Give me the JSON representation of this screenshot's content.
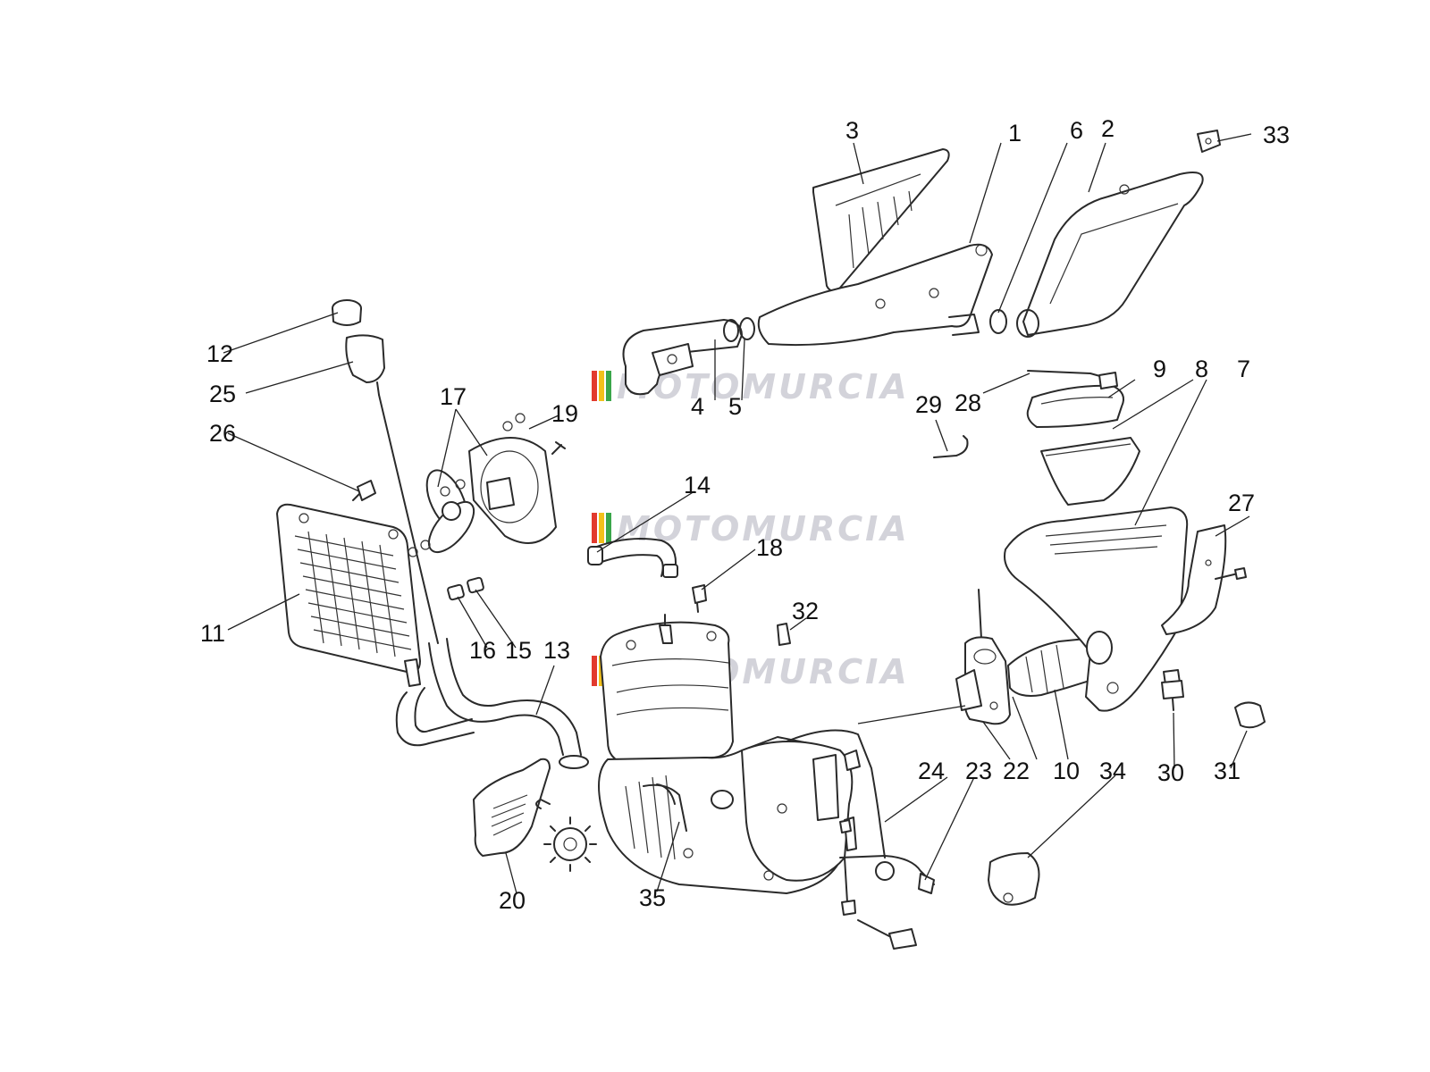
{
  "watermark": {
    "text": "MOTOMURCIA",
    "stripe_colors": [
      "#e23a2e",
      "#f2c11b",
      "#3aa64a",
      "#c8c8c8"
    ]
  },
  "callouts": [
    "1",
    "2",
    "3",
    "4",
    "5",
    "6",
    "7",
    "8",
    "9",
    "10",
    "11",
    "12",
    "13",
    "14",
    "15",
    "16",
    "17",
    "18",
    "19",
    "20",
    "22",
    "23",
    "24",
    "25",
    "26",
    "27",
    "28",
    "29",
    "30",
    "31",
    "32",
    "33",
    "34",
    "35"
  ],
  "icons": [
    "radiator",
    "fan",
    "expansion-tank",
    "exhaust-pipe",
    "silencer",
    "air-filter-box",
    "carburetor",
    "engine-block",
    "footrest",
    "sprocket",
    "chain-guard"
  ]
}
